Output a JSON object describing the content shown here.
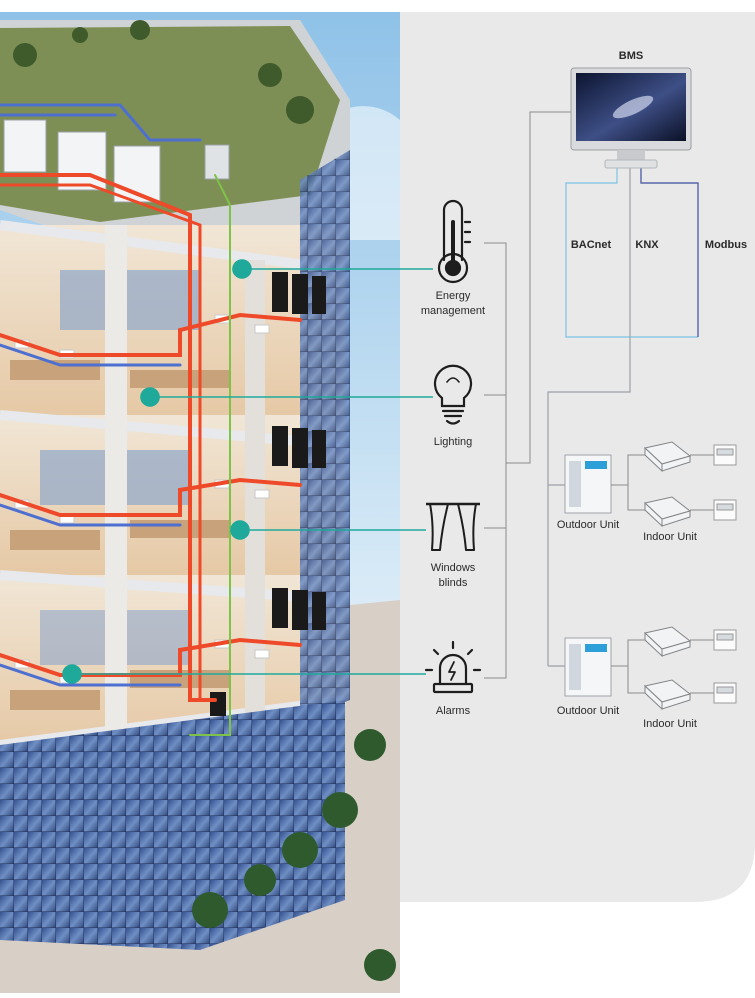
{
  "bms": {
    "label": "BMS"
  },
  "protocols": {
    "bacnet": "BACnet",
    "knx": "KNX",
    "modbus": "Modbus"
  },
  "systems": [
    {
      "id": "energy",
      "line1": "Energy",
      "line2": "management",
      "icon": "thermometer-icon"
    },
    {
      "id": "lighting",
      "line1": "Lighting",
      "line2": "",
      "icon": "light-bulb-icon"
    },
    {
      "id": "blinds",
      "line1": "Windows",
      "line2": "blinds",
      "icon": "curtain-icon"
    },
    {
      "id": "alarms",
      "line1": "Alarms",
      "line2": "",
      "icon": "alarm-siren-icon"
    }
  ],
  "units": {
    "outdoor": "Outdoor Unit",
    "indoor": "Indoor Unit"
  },
  "colors": {
    "panel": "#e9e9ea",
    "connector_teal": "#1fa99b",
    "bacnet_line": "#7cc3e3",
    "knx_line": "#9aa0a8",
    "modbus_line": "#3a4e9c",
    "bus_line": "#8c8c8c",
    "pipe_red": "#ee4a2a",
    "pipe_blue": "#4d6fd0",
    "pipe_green": "#7fc24a"
  }
}
